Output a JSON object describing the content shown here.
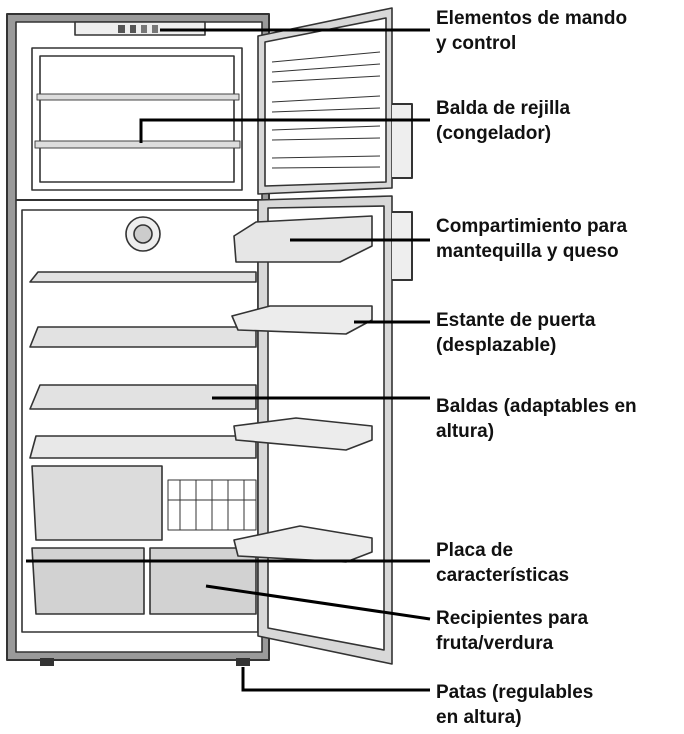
{
  "diagram": {
    "labels": [
      {
        "id": "controls",
        "lines": [
          "Elementos de mando",
          "y control"
        ]
      },
      {
        "id": "freezer-shelf",
        "lines": [
          "Balda de rejilla",
          "(congelador)"
        ]
      },
      {
        "id": "butter-cheese",
        "lines": [
          "Compartimiento para",
          "mantequilla y queso"
        ]
      },
      {
        "id": "door-shelf",
        "lines": [
          "Estante de puerta",
          "(desplazable)"
        ]
      },
      {
        "id": "shelves",
        "lines": [
          "Baldas (adaptables en",
          "altura)"
        ]
      },
      {
        "id": "rating-plate",
        "lines": [
          "Placa de",
          "características"
        ]
      },
      {
        "id": "crispers",
        "lines": [
          "Recipientes para",
          "fruta/verdura"
        ]
      },
      {
        "id": "feet",
        "lines": [
          "Patas (regulables",
          "en altura)"
        ]
      }
    ]
  }
}
